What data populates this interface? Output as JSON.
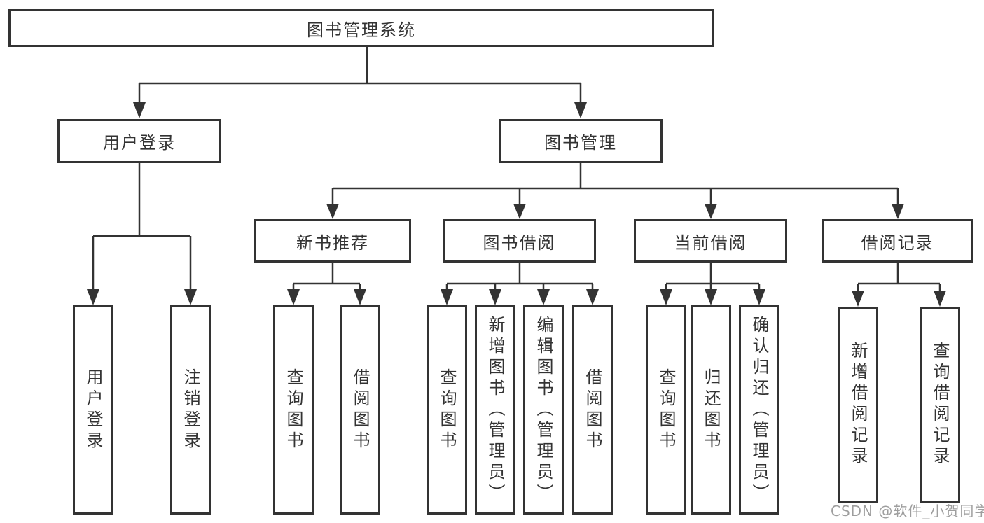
{
  "colors": {
    "line": "#333333",
    "box_border": "#333333",
    "text": "#333333",
    "watermark": "#9e9e9e",
    "background": "#ffffff"
  },
  "watermark": {
    "text": "CSDN @软件_小贺同学"
  },
  "nodes": {
    "root": {
      "label": "图书管理系统",
      "children": [
        "user_login",
        "book_mgmt"
      ]
    },
    "user_login": {
      "label": "用户登录",
      "children": [
        "leaf_login",
        "leaf_logout"
      ]
    },
    "book_mgmt": {
      "label": "图书管理",
      "children": [
        "new_book",
        "borrow",
        "current",
        "records"
      ]
    },
    "new_book": {
      "label": "新书推荐",
      "children": [
        "leaf_nb_query",
        "leaf_nb_borrow"
      ]
    },
    "borrow": {
      "label": "图书借阅",
      "children": [
        "leaf_bw_query",
        "leaf_bw_add",
        "leaf_bw_edit",
        "leaf_bw_borrow"
      ]
    },
    "current": {
      "label": "当前借阅",
      "children": [
        "leaf_cu_query",
        "leaf_cu_return",
        "leaf_cu_confirm"
      ]
    },
    "records": {
      "label": "借阅记录",
      "children": [
        "leaf_rc_add",
        "leaf_rc_query"
      ]
    },
    "leaf_login": {
      "label": "用户登录"
    },
    "leaf_logout": {
      "label": "注销登录"
    },
    "leaf_nb_query": {
      "label": "查询图书"
    },
    "leaf_nb_borrow": {
      "label": "借阅图书"
    },
    "leaf_bw_query": {
      "label": "查询图书"
    },
    "leaf_bw_add": {
      "label": "新增图书（管理员）"
    },
    "leaf_bw_edit": {
      "label": "编辑图书（管理员）"
    },
    "leaf_bw_borrow": {
      "label": "借阅图书"
    },
    "leaf_cu_query": {
      "label": "查询图书"
    },
    "leaf_cu_return": {
      "label": "归还图书"
    },
    "leaf_cu_confirm": {
      "label": "确认归还（管理员）"
    },
    "leaf_rc_add": {
      "label": "新增借阅记录"
    },
    "leaf_rc_query": {
      "label": "查询借阅记录"
    }
  }
}
